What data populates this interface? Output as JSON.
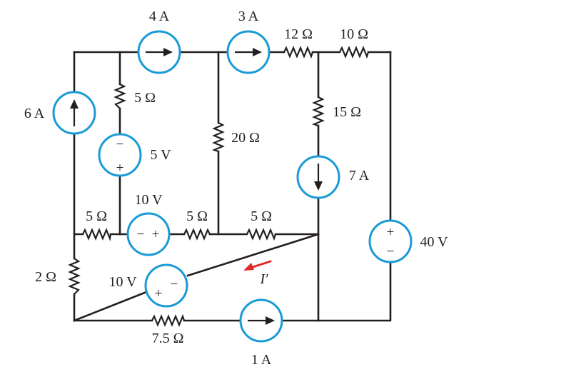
{
  "colors": {
    "wire": "#231f20",
    "source_ring": "#1a9ad6",
    "current_arrow": "#e02a26"
  },
  "labels": {
    "current_4A": "4 A",
    "current_3A": "3 A",
    "res_12": "12 Ω",
    "res_10": "10 Ω",
    "current_6A": "6 A",
    "res_5_top": "5 Ω",
    "res_20": "20 Ω",
    "res_15": "15 Ω",
    "volt_5V": "5 V",
    "current_7A": "7 A",
    "volt_10V_mid": "10 V",
    "res_5_left": "5 Ω",
    "res_5_center": "5 Ω",
    "res_5_right": "5 Ω",
    "volt_40V": "40 V",
    "res_2": "2 Ω",
    "volt_10V_low": "10 V",
    "current_I_prime": "I′",
    "res_7_5": "7.5 Ω",
    "current_1A": "1 A"
  },
  "signs": {
    "plus": "+",
    "minus": "−"
  },
  "icons": {
    "current_source": "circle-arrow-icon",
    "voltage_source": "circle-plus-minus-icon",
    "resistor": "zigzag-resistor-icon"
  }
}
